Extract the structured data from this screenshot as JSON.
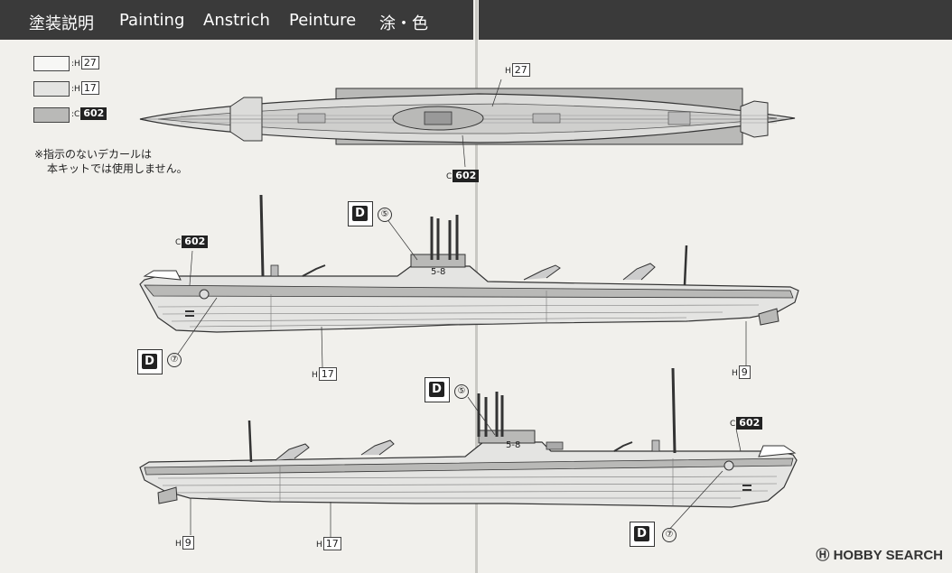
{
  "header": {
    "title_jp": "塗装説明",
    "title_en": "Painting",
    "title_de": "Anstrich",
    "title_fr": "Peinture",
    "title_cn": "涂・色"
  },
  "legend": [
    {
      "prefix": ":H",
      "code": "27"
    },
    {
      "prefix": ":H",
      "code": "17"
    },
    {
      "prefix": ":C",
      "code": "602"
    }
  ],
  "note": {
    "line1": "※指示のないデカールは",
    "line2": "本キットでは使用しません。"
  },
  "callouts": {
    "top_h27": {
      "prefix": "H",
      "code": "27"
    },
    "top_c602": {
      "prefix": "C",
      "code": "602"
    },
    "mid_c602": {
      "prefix": "C",
      "code": "602"
    },
    "mid_h17": {
      "prefix": "H",
      "code": "17"
    },
    "mid_h9": {
      "prefix": "H",
      "code": "9"
    },
    "bot_c602": {
      "prefix": "C",
      "code": "602"
    },
    "bot_h9": {
      "prefix": "H",
      "code": "9"
    },
    "bot_h17": {
      "prefix": "H",
      "code": "17"
    }
  },
  "parts": {
    "mid_5": "⑤",
    "mid_58": "5-8",
    "mid_7": "⑦",
    "bot_5": "⑤",
    "bot_58": "5-8",
    "bot_7": "⑦"
  },
  "decal_badge": "D",
  "watermark": "HOBBY SEARCH",
  "colors": {
    "header_bg": "#3a3a3a",
    "page_bg": "#f1f0ec",
    "hull_light": "#e4e4e2",
    "hull_gray": "#b9b9b7",
    "deck_gray": "#cfcfcd"
  }
}
